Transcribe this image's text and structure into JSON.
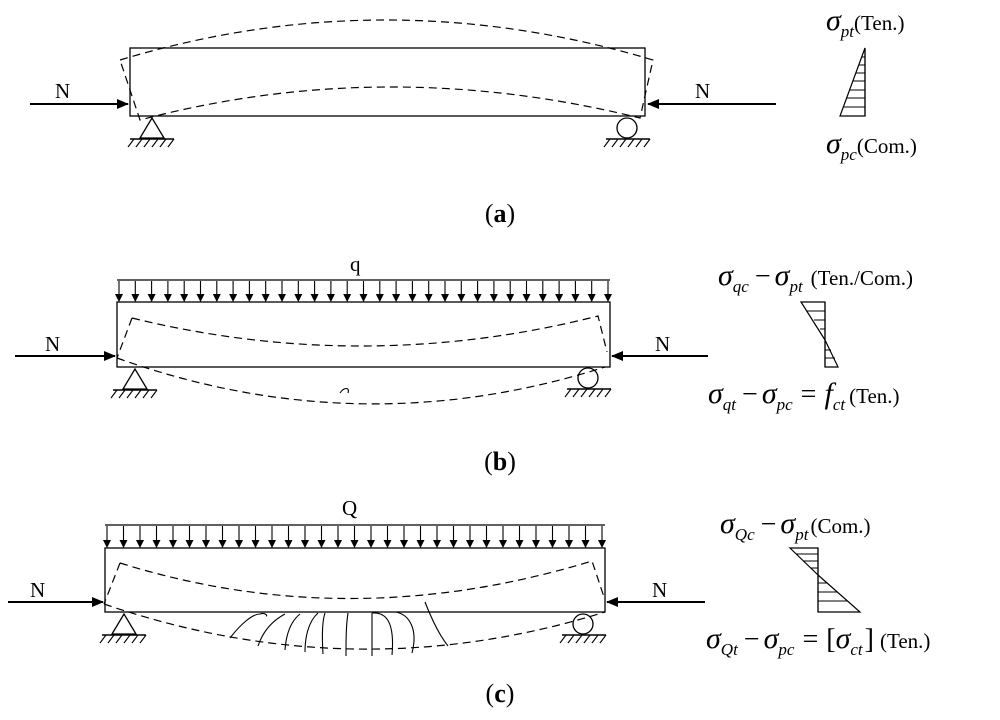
{
  "panels": [
    {
      "caption_letter": "a",
      "force_left_label": "N",
      "force_right_label": "N",
      "stress_top": {
        "sym": "σ",
        "sub": "pt",
        "note": "(Ten.)"
      },
      "stress_bottom": {
        "sym": "σ",
        "sub": "pc",
        "note": "(Com.)"
      }
    },
    {
      "caption_letter": "b",
      "load_label": "q",
      "force_left_label": "N",
      "force_right_label": "N",
      "eq_top": {
        "s1": "σ",
        "b1": "qc",
        "op": "−",
        "s2": "σ",
        "b2": "pt",
        "note": "(Ten./Com.)"
      },
      "eq_bottom": {
        "s1": "σ",
        "b1": "qt",
        "op": "−",
        "s2": "σ",
        "b2": "pc",
        "eq": "=",
        "s3": "f",
        "b3": "ct",
        "note": "(Ten.)"
      }
    },
    {
      "caption_letter": "c",
      "load_label": "Q",
      "force_left_label": "N",
      "force_right_label": "N",
      "eq_top": {
        "s1": "σ",
        "b1": "Qc",
        "op": "−",
        "s2": "σ",
        "b2": "pt",
        "note": "(Com.)"
      },
      "eq_bottom": {
        "s1": "σ",
        "b1": "Qt",
        "op": "−",
        "s2": "σ",
        "b2": "pc",
        "eq": "=",
        "lb": "[",
        "s3": "σ",
        "b3": "ct",
        "rb": "]",
        "note": "(Ten.)"
      }
    }
  ]
}
